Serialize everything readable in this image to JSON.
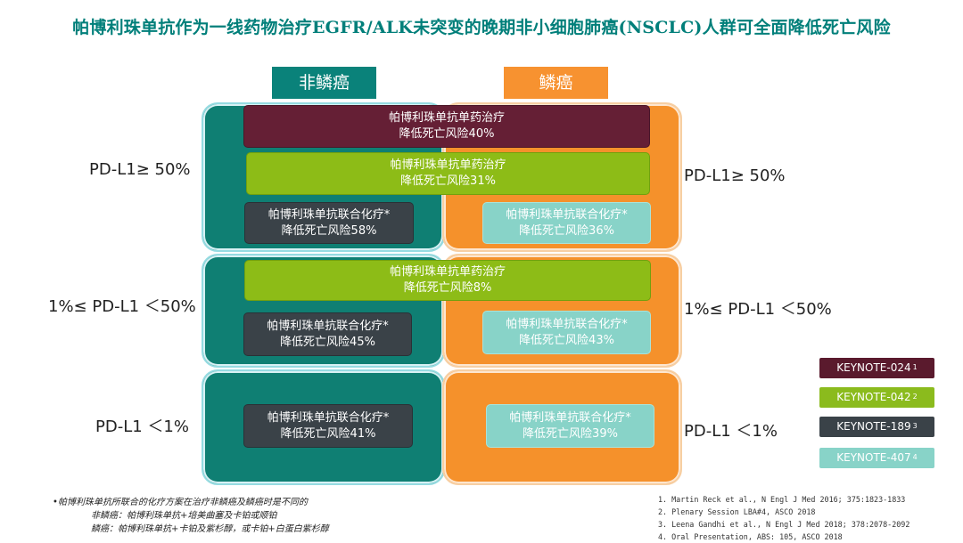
{
  "title": "帕博利珠单抗作为一线药物治疗EGFR/ALK未突变的晚期非小细胞肺癌(NSCLC)人群可全面降低死亡风险",
  "columns": {
    "left": "非鳞癌",
    "right": "鳞癌"
  },
  "rows": {
    "top": {
      "left_label": "PD-L1≥  50%",
      "right_label": "PD-L1≥  50%",
      "maroon": {
        "line1": "帕博利珠单抗单药治疗",
        "line2": "降低死亡风险40%"
      },
      "green": {
        "line1": "帕博利珠单抗单药治疗",
        "line2": "降低死亡风险31%"
      },
      "left_combo": {
        "line1": "帕博利珠单抗联合化疗*",
        "line2": "降低死亡风险58%"
      },
      "right_combo": {
        "line1": "帕博利珠单抗联合化疗*",
        "line2": "降低死亡风险36%"
      }
    },
    "mid": {
      "left_label": "1%≤ PD-L1 ＜50%",
      "right_label": "1%≤ PD-L1 ＜50%",
      "green": {
        "line1": "帕博利珠单抗单药治疗",
        "line2": "降低死亡风险8%"
      },
      "left_combo": {
        "line1": "帕博利珠单抗联合化疗*",
        "line2": "降低死亡风险45%"
      },
      "right_combo": {
        "line1": "帕博利珠单抗联合化疗*",
        "line2": "降低死亡风险43%"
      }
    },
    "bot": {
      "left_label": "PD-L1 ＜1%",
      "right_label": "PD-L1 ＜1%",
      "left_combo": {
        "line1": "帕博利珠单抗联合化疗*",
        "line2": "降低死亡风险41%"
      },
      "right_combo": {
        "line1": "帕博利珠单抗联合化疗*",
        "line2": "降低死亡风险39%"
      }
    }
  },
  "legend": [
    {
      "label": "KEYNOTE-024",
      "sup": "1",
      "color": "#5a1a2d"
    },
    {
      "label": "KEYNOTE-042",
      "sup": "2",
      "color": "#8bbb1d"
    },
    {
      "label": "KEYNOTE-189",
      "sup": "3",
      "color": "#3a4248"
    },
    {
      "label": "KEYNOTE-407",
      "sup": "4",
      "color": "#88d3c8"
    }
  ],
  "footnote": {
    "line1": "•帕博利珠单抗所联合的化疗方案在治疗非鳞癌及鳞癌时是不同的",
    "line2": "非鳞癌：帕博利珠单抗+培美曲塞及卡铂或顺铂",
    "line3": "鳞癌：帕博利珠单抗+卡铂及紫杉醇，或卡铂+白蛋白紫杉醇"
  },
  "references": [
    "1.  Martin Reck et al., N Engl J Med 2016; 375:1823-1833",
    "2.  Plenary Session LBA#4, ASCO 2018",
    "3.  Leena Gandhi et al., N Engl J Med 2018; 378:2078-2092",
    "4.  Oral Presentation, ABS: 105, ASCO 2018"
  ]
}
